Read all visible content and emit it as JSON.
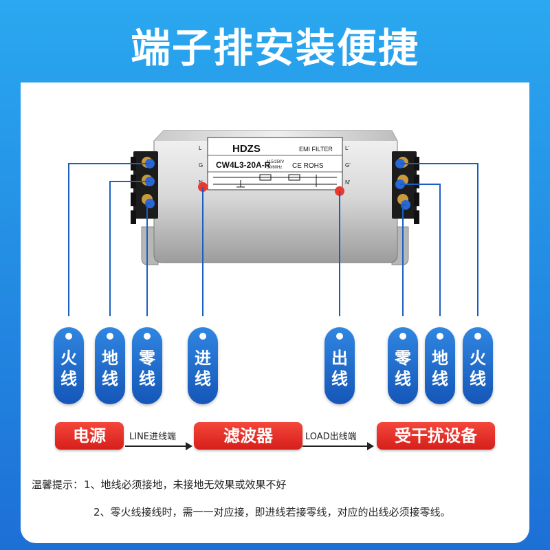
{
  "header": {
    "title": "端子排安装便捷"
  },
  "filter_label": {
    "brand": "HDZS",
    "type": "EMI FILTER",
    "model": "CW4L3-20A-R",
    "voltage": "115/250V",
    "freq": "50/60Hz",
    "cert": "CE ROHS",
    "left_terminals": [
      "L",
      "G",
      "N"
    ],
    "right_terminals": [
      "L'",
      "G'",
      "N'"
    ]
  },
  "pills": [
    {
      "label": [
        "火",
        "线"
      ]
    },
    {
      "label": [
        "地",
        "线"
      ]
    },
    {
      "label": [
        "零",
        "线"
      ]
    },
    {
      "label": [
        "进",
        "线"
      ]
    },
    {
      "label": [
        "出",
        "线"
      ]
    },
    {
      "label": [
        "零",
        "线"
      ]
    },
    {
      "label": [
        "地",
        "线"
      ]
    },
    {
      "label": [
        "火",
        "线"
      ]
    }
  ],
  "flow": {
    "source": "电源",
    "arrow1": "LINE进线端",
    "filter": "滤波器",
    "arrow2": "LOAD出线端",
    "device": "受干扰设备"
  },
  "tips": {
    "prefix": "温馨提示：",
    "tip1": "1、地线必须接地，未接地无效果或效果不好",
    "tip2": "2、零火线接线时，需一一对应接，即进线若接零线，对应的出线必须接零线。"
  },
  "colors": {
    "blue": "#1d6fd6",
    "red": "#e0261f",
    "wire": "#1a5fc0"
  }
}
